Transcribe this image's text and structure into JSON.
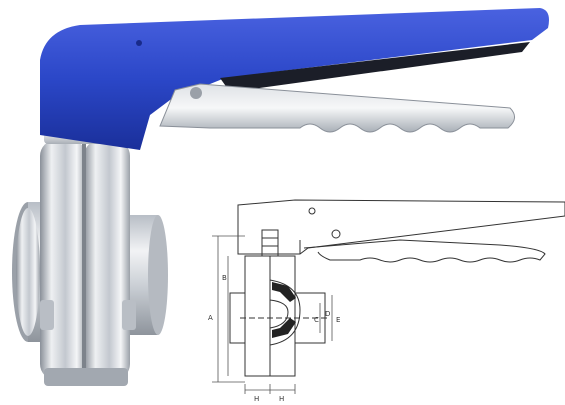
{
  "product_photo": {
    "subject": "sanitary-butterfly-valve",
    "colors": {
      "handle_blue": "#2b47c8",
      "handle_blue_dark": "#1a2f9a",
      "steel_light": "#eef0f2",
      "steel_mid": "#c3c8cf",
      "steel_dark": "#8a9099"
    }
  },
  "technical_drawing": {
    "dimension_labels": {
      "height_outer": "A",
      "height_inner": "B",
      "bore_c": "C",
      "bore_d": "D",
      "bore_e": "E",
      "width_left": "H",
      "width_right": "H"
    },
    "line_color": "#333333"
  }
}
